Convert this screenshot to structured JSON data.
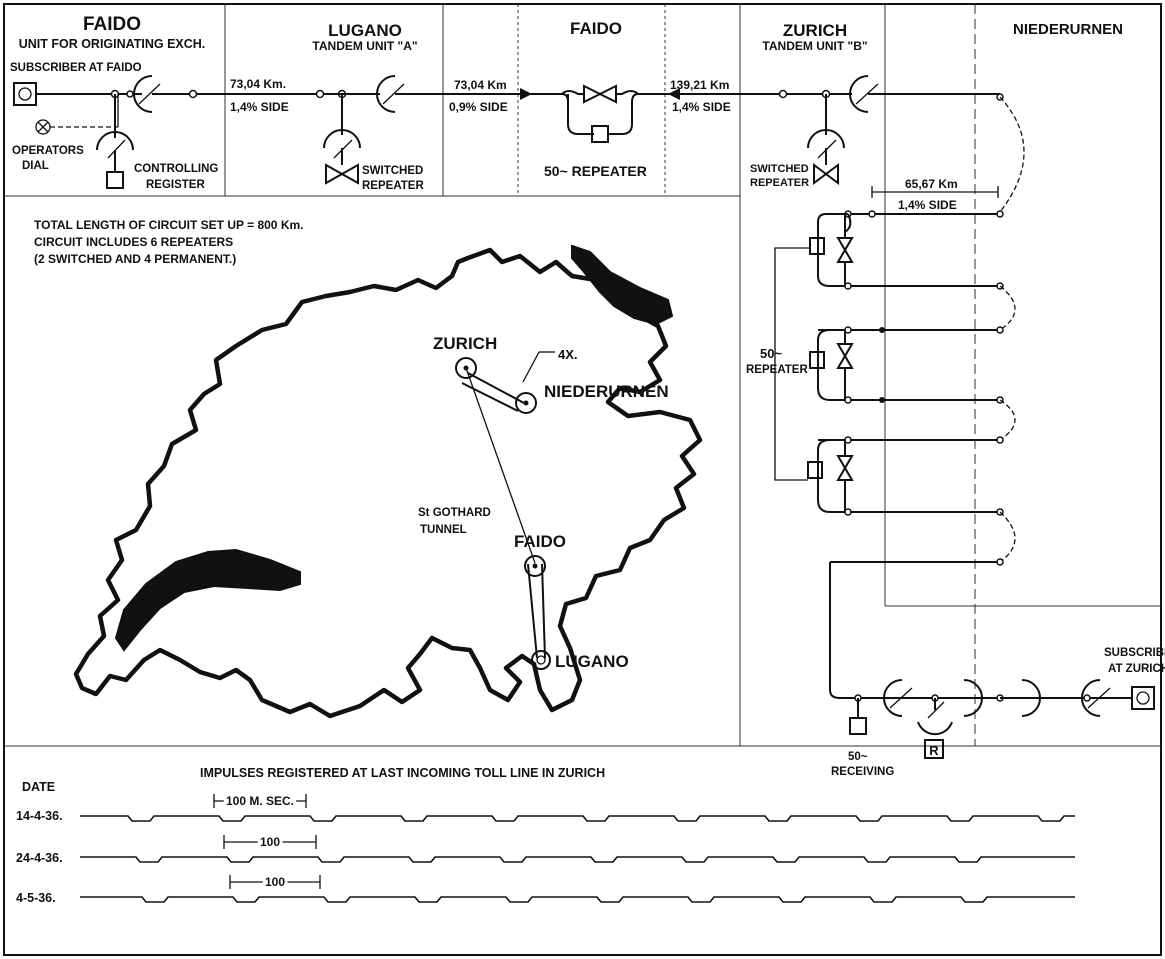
{
  "header": {
    "sections": [
      {
        "title": "FAIDO",
        "subtitle": "UNIT FOR ORIGINATING EXCH."
      },
      {
        "title": "LUGANO",
        "subtitle": "TANDEM UNIT \"A\""
      },
      {
        "title": "FAIDO",
        "subtitle": ""
      },
      {
        "title": "ZURICH",
        "subtitle": "TANDEM UNIT \"B\""
      },
      {
        "title": "NIEDERURNEN",
        "subtitle": ""
      }
    ]
  },
  "circuit": {
    "subscriber_faido": "SUBSCRIBER AT FAIDO",
    "operators_dial": [
      "OPERATORS",
      "DIAL"
    ],
    "controlling_register": [
      "CONTROLLING",
      "REGISTER"
    ],
    "line1": {
      "length": "73,04 Km.",
      "side": "1,4% SIDE"
    },
    "line2": {
      "length": "73,04 Km",
      "side": "0,9% SIDE"
    },
    "line3": {
      "length": "139,21 Km",
      "side": "1,4% SIDE"
    },
    "line4": {
      "length": "65,67 Km",
      "side": "1,4% SIDE"
    },
    "switched_repeater_a": [
      "SWITCHED",
      "REPEATER"
    ],
    "repeater_50": "50~ REPEATER",
    "switched_repeater_b": [
      "SWITCHED",
      "REPEATER"
    ],
    "repeater_50_right": [
      "50~",
      "REPEATER"
    ],
    "receiving": [
      "50~",
      "RECEIVING"
    ],
    "register_r": "R",
    "subscriber_zurich": [
      "SUBSCRIBER",
      "AT ZURICH"
    ]
  },
  "notes": [
    "TOTAL LENGTH OF CIRCUIT SET UP = 800 Km.",
    "CIRCUIT INCLUDES 6 REPEATERS",
    "(2 SWITCHED AND 4 PERMANENT.)"
  ],
  "map": {
    "zurich": "ZURICH",
    "niederurnen": "NIEDERURNEN",
    "faido": "FAIDO",
    "lugano": "LUGANO",
    "tunnel": [
      "St GOTHARD",
      "TUNNEL"
    ],
    "multiplier": "4X."
  },
  "impulses": {
    "title": "IMPULSES REGISTERED AT LAST INCOMING TOLL LINE IN ZURICH",
    "date_header": "DATE",
    "rows": [
      {
        "date": "14-4-36.",
        "interval": "100 M. SEC."
      },
      {
        "date": "24-4-36.",
        "interval": "100"
      },
      {
        "date": "4-5-36.",
        "interval": "100"
      }
    ]
  }
}
